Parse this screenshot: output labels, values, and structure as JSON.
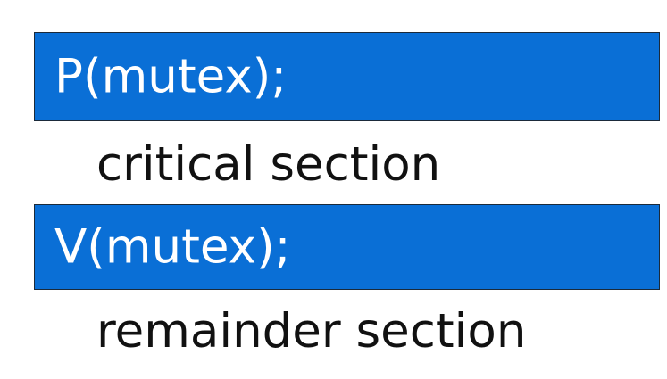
{
  "code": {
    "acquire_line": "P(mutex);",
    "critical_label": "critical section",
    "release_line": "V(mutex);",
    "remainder_label": "remainder section"
  },
  "colors": {
    "highlight_bar": "#0a6fd6",
    "highlight_text": "#ffffff",
    "body_text": "#111111"
  }
}
